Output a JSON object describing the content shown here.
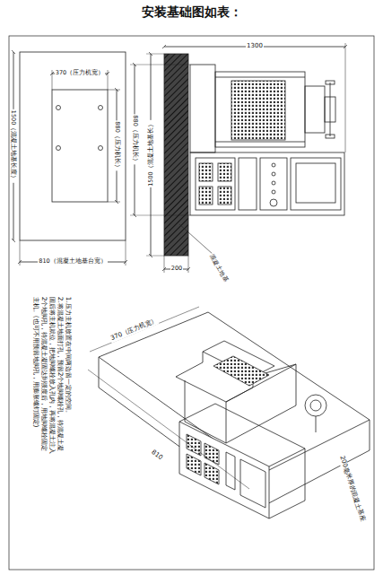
{
  "diagram": {
    "title": "安装基础图如表：",
    "labels": [
      "370（压力机宽）",
      "1500（混凝土地基长度）",
      "880（压力机长）",
      "810（混凝土地基台宽）",
      "1300",
      "880（压力机长）",
      "1500（混凝土地基长）",
      "200",
      "混凝土地基",
      "1.压力主机放置在中间两边留一定的空间。",
      "2.将混凝土地面打孔，预留2个地脚螺栓孔，待混凝土凝固后将主机就位，把地脚螺栓放入孔内，再将混凝土注入2个地脚孔，待混凝土凝固达到强度后，用地脚螺栓固定主机。(也可不用预留地脚孔，用膨胀螺钉固定)",
      "370（压力机宽）",
      "810",
      "200毫米厚的混凝土基座"
    ]
  }
}
